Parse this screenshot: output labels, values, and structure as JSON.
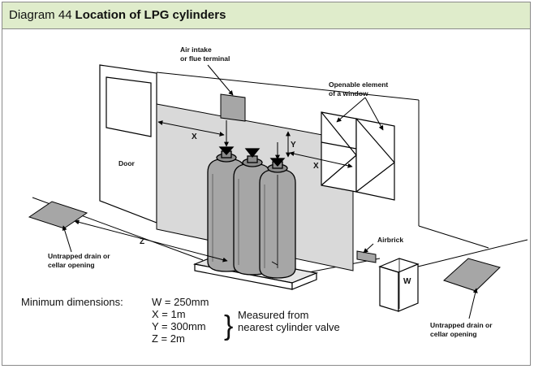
{
  "header": {
    "number": "Diagram 44",
    "title": "Location of LPG cylinders"
  },
  "labels": {
    "air_intake_1": "Air intake",
    "air_intake_2": "or flue terminal",
    "window_1": "Openable element",
    "window_2": "of a window",
    "door": "Door",
    "airbrick": "Airbrick",
    "drain_left_1": "Untrapped drain or",
    "drain_left_2": "cellar opening",
    "drain_right_1": "Untrapped drain or",
    "drain_right_2": "cellar opening"
  },
  "dimension_markers": {
    "x_left": "X",
    "x_right": "X",
    "y": "Y",
    "z": "Z",
    "w": "W"
  },
  "legend": {
    "heading": "Minimum dimensions:",
    "items": [
      "W = 250mm",
      "X = 1m",
      "Y = 300mm",
      "Z = 2m"
    ],
    "note_1": "Measured from",
    "note_2": "nearest cylinder valve",
    "brace": "}"
  },
  "colors": {
    "header_bg": "#dfeccb",
    "wall_grey": "#d9d9d9",
    "cylinder_grey": "#a6a6a6",
    "pad_grey": "#e6e6e6"
  }
}
